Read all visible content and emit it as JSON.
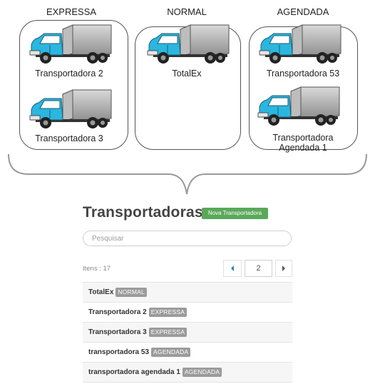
{
  "diagram": {
    "columns": [
      {
        "title": "EXPRESSA",
        "trucks": [
          "Transportadora 2",
          "Transportadora 3"
        ]
      },
      {
        "title": "NORMAL",
        "trucks": [
          "TotalEx"
        ]
      },
      {
        "title": "AGENDADA",
        "trucks": [
          "Transportadora 53",
          "Transportadora\nAgendada 1"
        ]
      }
    ],
    "colors": {
      "truck_cab": "#2bb6e0",
      "truck_box": "#a8a8a8",
      "panel_border": "#555555"
    }
  },
  "app": {
    "title": "Transportadoras",
    "new_button": "Nova Transportadora",
    "search_placeholder": "Pesquisar",
    "items_label": "Itens : 17",
    "pagination": {
      "current_page": "2",
      "prev_icon": "caret-left-icon",
      "next_icon": "caret-right-icon"
    },
    "rows": [
      {
        "name": "TotalEx",
        "badge": "NORMAL"
      },
      {
        "name": "Transportadora 2",
        "badge": "EXPRESSA"
      },
      {
        "name": "Transportadora 3",
        "badge": "EXPRESSA"
      },
      {
        "name": "transportadora 53",
        "badge": "AGENDADA"
      },
      {
        "name": "transportadora agendada 1",
        "badge": "AGENDADA"
      }
    ],
    "colors": {
      "accent_green": "#5aa85a",
      "badge_gray": "#9b9b9b",
      "pager_arrow": "#2d7fbf"
    }
  }
}
